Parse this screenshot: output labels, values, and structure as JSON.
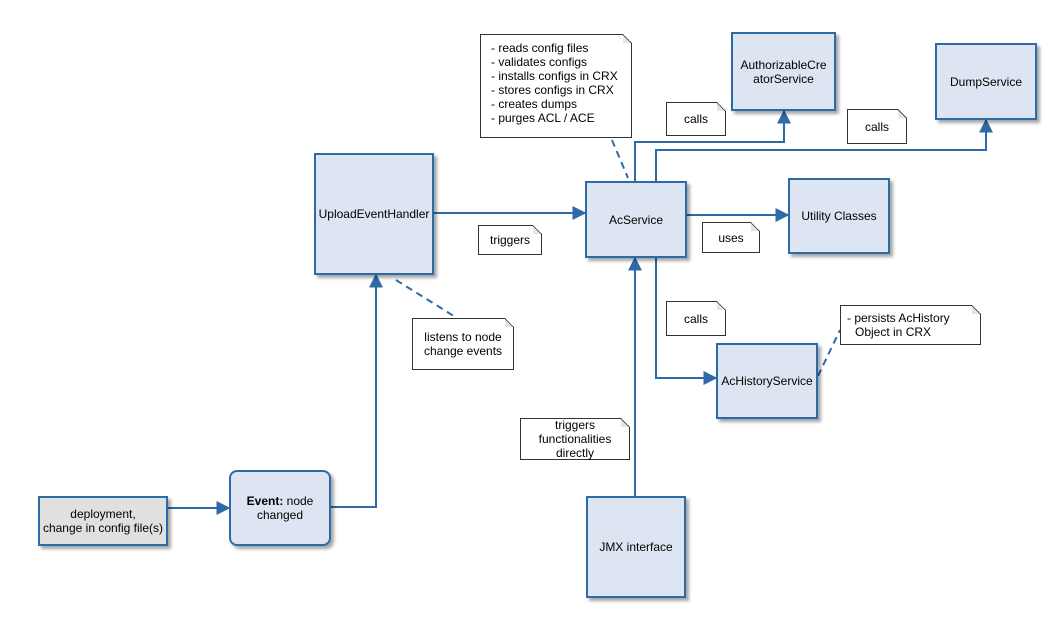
{
  "colors": {
    "box_fill": "#dde5f2",
    "box_border": "#2e6aa7",
    "line": "#2e6aa7",
    "gray_fill": "#e0e0e0"
  },
  "nodes": {
    "deployment": {
      "line1": "deployment,",
      "line2": "change in config file(s)"
    },
    "event": {
      "bold": "Event:",
      "rest": " node",
      "line2": "changed"
    },
    "upload_handler": {
      "label": "UploadEventHandler"
    },
    "ac_service": {
      "label": "AcService"
    },
    "authorizable_creator": {
      "line1": "AuthorizableCre",
      "line2": "atorService"
    },
    "dump_service": {
      "label": "DumpService"
    },
    "utility_classes": {
      "label": "Utility Classes"
    },
    "ac_history": {
      "label": "AcHistoryService"
    },
    "jmx": {
      "label": "JMX interface"
    }
  },
  "notes": {
    "ac_service_tasks": [
      "- reads config files",
      "- validates configs",
      "- installs configs in CRX",
      "- stores configs in CRX",
      "- creates dumps",
      "- purges ACL / ACE"
    ],
    "listens": {
      "line1": "listens to node",
      "line2": "change events"
    },
    "triggers": "triggers",
    "uses": "uses",
    "calls_authorizable": "calls",
    "calls_dump": "calls",
    "calls_history": "calls",
    "persists": {
      "line1": "- persists AcHistory",
      "line2": "Object in CRX"
    },
    "jmx_triggers": {
      "line1": "triggers",
      "line2": "functionalities",
      "line3": "directly"
    }
  }
}
